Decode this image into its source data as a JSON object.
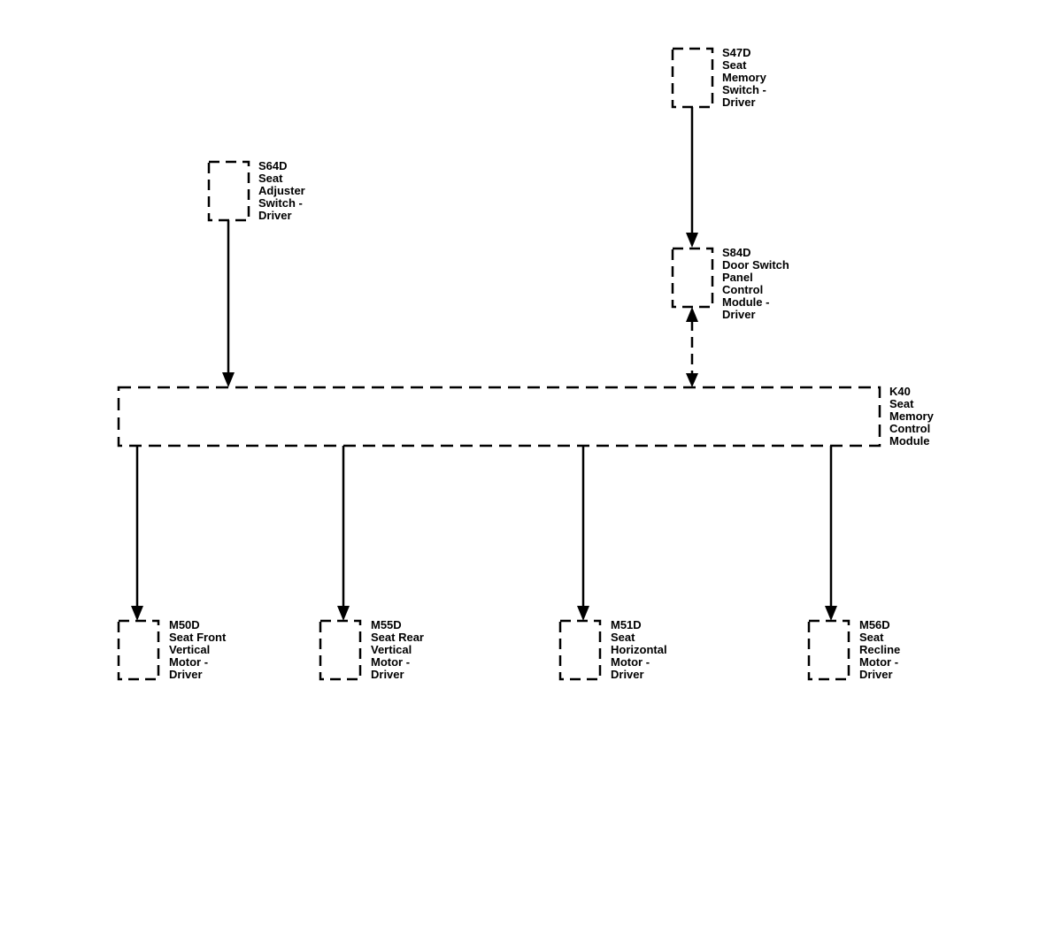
{
  "components": {
    "s47d": {
      "id": "S47D",
      "lines": [
        "Seat",
        "Memory",
        "Switch -",
        "Driver"
      ]
    },
    "s64d": {
      "id": "S64D",
      "lines": [
        "Seat",
        "Adjuster",
        "Switch -",
        "Driver"
      ]
    },
    "s84d": {
      "id": "S84D",
      "lines": [
        "Door Switch",
        "Panel",
        "Control",
        "Module -",
        "Driver"
      ]
    },
    "k40": {
      "id": "K40",
      "lines": [
        "Seat",
        "Memory",
        "Control",
        "Module"
      ]
    },
    "m50d": {
      "id": "M50D",
      "lines": [
        "Seat Front",
        "Vertical",
        "Motor -",
        "Driver"
      ]
    },
    "m55d": {
      "id": "M55D",
      "lines": [
        "Seat Rear",
        "Vertical",
        "Motor -",
        "Driver"
      ]
    },
    "m51d": {
      "id": "M51D",
      "lines": [
        "Seat",
        "Horizontal",
        "Motor -",
        "Driver"
      ]
    },
    "m56d": {
      "id": "M56D",
      "lines": [
        "Seat",
        "Recline",
        "Motor -",
        "Driver"
      ]
    }
  },
  "connections": [
    {
      "from": "S47D",
      "to": "S84D",
      "style": "solid",
      "direction": "forward"
    },
    {
      "from": "S84D",
      "to": "K40",
      "style": "dashed",
      "direction": "both"
    },
    {
      "from": "S64D",
      "to": "K40",
      "style": "solid",
      "direction": "forward"
    },
    {
      "from": "K40",
      "to": "M50D",
      "style": "solid",
      "direction": "forward"
    },
    {
      "from": "K40",
      "to": "M55D",
      "style": "solid",
      "direction": "forward"
    },
    {
      "from": "K40",
      "to": "M51D",
      "style": "solid",
      "direction": "forward"
    },
    {
      "from": "K40",
      "to": "M56D",
      "style": "solid",
      "direction": "forward"
    }
  ],
  "colors": {
    "line": "#000000",
    "background": "#ffffff"
  }
}
